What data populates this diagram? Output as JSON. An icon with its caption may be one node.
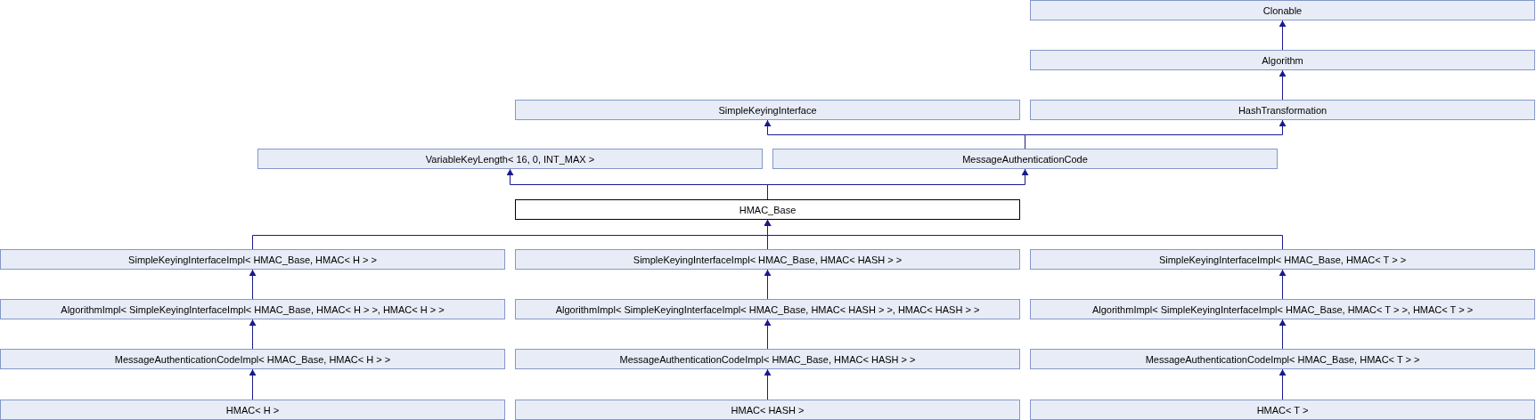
{
  "diagram": {
    "nodes": [
      {
        "text": [
          "Clonable"
        ]
      },
      {
        "text": [
          "Algorithm"
        ]
      },
      {
        "text": [
          "SimpleKeyingInterface"
        ]
      },
      {
        "text": [
          "HashTransformation"
        ]
      },
      {
        "text": [
          "VariableKeyLength< 16, 0, INT_MAX >"
        ]
      },
      {
        "text": [
          "MessageAuthenticationCode"
        ]
      },
      {
        "text": [
          "HMAC_Base"
        ]
      },
      {
        "text": [
          "SimpleKeyingInterfaceImpl< HMAC_Base, HMAC< H > >"
        ]
      },
      {
        "text": [
          "SimpleKeyingInterfaceImpl< HMAC_Base, HMAC< HASH > >"
        ]
      },
      {
        "text": [
          "SimpleKeyingInterfaceImpl< HMAC_Base, HMAC< T > >"
        ]
      },
      {
        "text": [
          "AlgorithmImpl< SimpleKeyingInterfaceImpl< HMAC_Base, HMAC< H > >, HMAC< H > >"
        ]
      },
      {
        "text": [
          "AlgorithmImpl< SimpleKeyingInterfaceImpl< HMAC_Base, HMAC< HASH > >, HMAC< HASH > >"
        ]
      },
      {
        "text": [
          "AlgorithmImpl< SimpleKeyingInterfaceImpl< HMAC_Base, HMAC< T > >, HMAC< T > >"
        ]
      },
      {
        "text": [
          "MessageAuthenticationCodeImpl< HMAC_Base, HMAC< H > >"
        ]
      },
      {
        "text": [
          "MessageAuthenticationCodeImpl< HMAC_Base, HMAC< HASH > >"
        ]
      },
      {
        "text": [
          "MessageAuthenticationCodeImpl< HMAC_Base, HMAC< T > >"
        ]
      },
      {
        "text": [
          "HMAC< H >"
        ]
      },
      {
        "text": [
          "HMAC< HASH >"
        ]
      },
      {
        "text": [
          "HMAC< T >"
        ]
      }
    ],
    "edges": [
      {
        "from": 1,
        "to": 0,
        "arrow": "to"
      },
      {
        "from": 3,
        "to": 1,
        "arrow": "to"
      },
      {
        "from": 5,
        "to": 2,
        "arrow": "to"
      },
      {
        "from": 5,
        "to": 3,
        "arrow": "to"
      },
      {
        "from": 6,
        "to": 4,
        "arrow": "to"
      },
      {
        "from": 6,
        "to": 5,
        "arrow": "to"
      },
      {
        "from": 7,
        "to": 6,
        "arrow": "to"
      },
      {
        "from": 8,
        "to": 6,
        "arrow": "to"
      },
      {
        "from": 9,
        "to": 6,
        "arrow": "to"
      },
      {
        "from": 10,
        "to": 7,
        "arrow": "to"
      },
      {
        "from": 11,
        "to": 8,
        "arrow": "to"
      },
      {
        "from": 12,
        "to": 9,
        "arrow": "to"
      },
      {
        "from": 13,
        "to": 10,
        "arrow": "to"
      },
      {
        "from": 14,
        "to": 11,
        "arrow": "to"
      },
      {
        "from": 15,
        "to": 12,
        "arrow": "to"
      },
      {
        "from": 16,
        "to": 13,
        "arrow": "to"
      },
      {
        "from": 17,
        "to": 14,
        "arrow": "to"
      },
      {
        "from": 18,
        "to": 15,
        "arrow": "to"
      }
    ]
  }
}
